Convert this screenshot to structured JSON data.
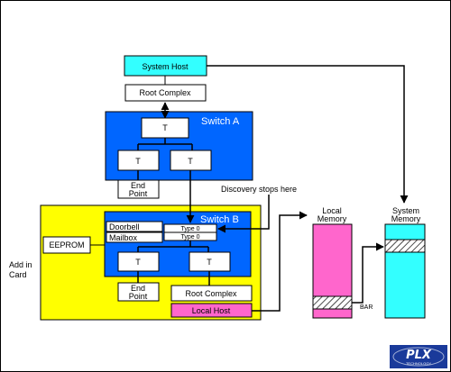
{
  "diagram": {
    "system_host": "System Host",
    "root_complex_top": "Root Complex",
    "switch_a": {
      "title": "Switch A",
      "upstream_port": "T",
      "downstream_left": "T",
      "downstream_right": "T"
    },
    "end_point_top": [
      "End",
      "Point"
    ],
    "discovery_note": "Discovery stops here",
    "add_in_card": [
      "Add in",
      "Card"
    ],
    "eeprom": "EEPROM",
    "switch_b": {
      "title": "Switch B",
      "doorbell": "Doorbell",
      "mailbox": "Mailbox",
      "type0_upper": "Type 0",
      "type0_lower": "Type 0",
      "downstream_left": "T",
      "downstream_right": "T"
    },
    "end_point_bottom": [
      "End",
      "Point"
    ],
    "root_complex_bottom": "Root Complex",
    "local_host": "Local Host",
    "local_memory": [
      "Local",
      "Memory"
    ],
    "system_memory": [
      "System",
      "Memory"
    ],
    "bar_label": "BAR",
    "logo": {
      "brand": "PLX",
      "tagline": "TECHNOLOGY"
    }
  },
  "colors": {
    "cyan": "#33ffff",
    "switch_blue": "#0066ff",
    "card_yellow": "#ffff00",
    "local_host_pink": "#ff66cc",
    "local_memory_pink": "#ff66cc",
    "logo_blue": "#1a3a9a"
  }
}
